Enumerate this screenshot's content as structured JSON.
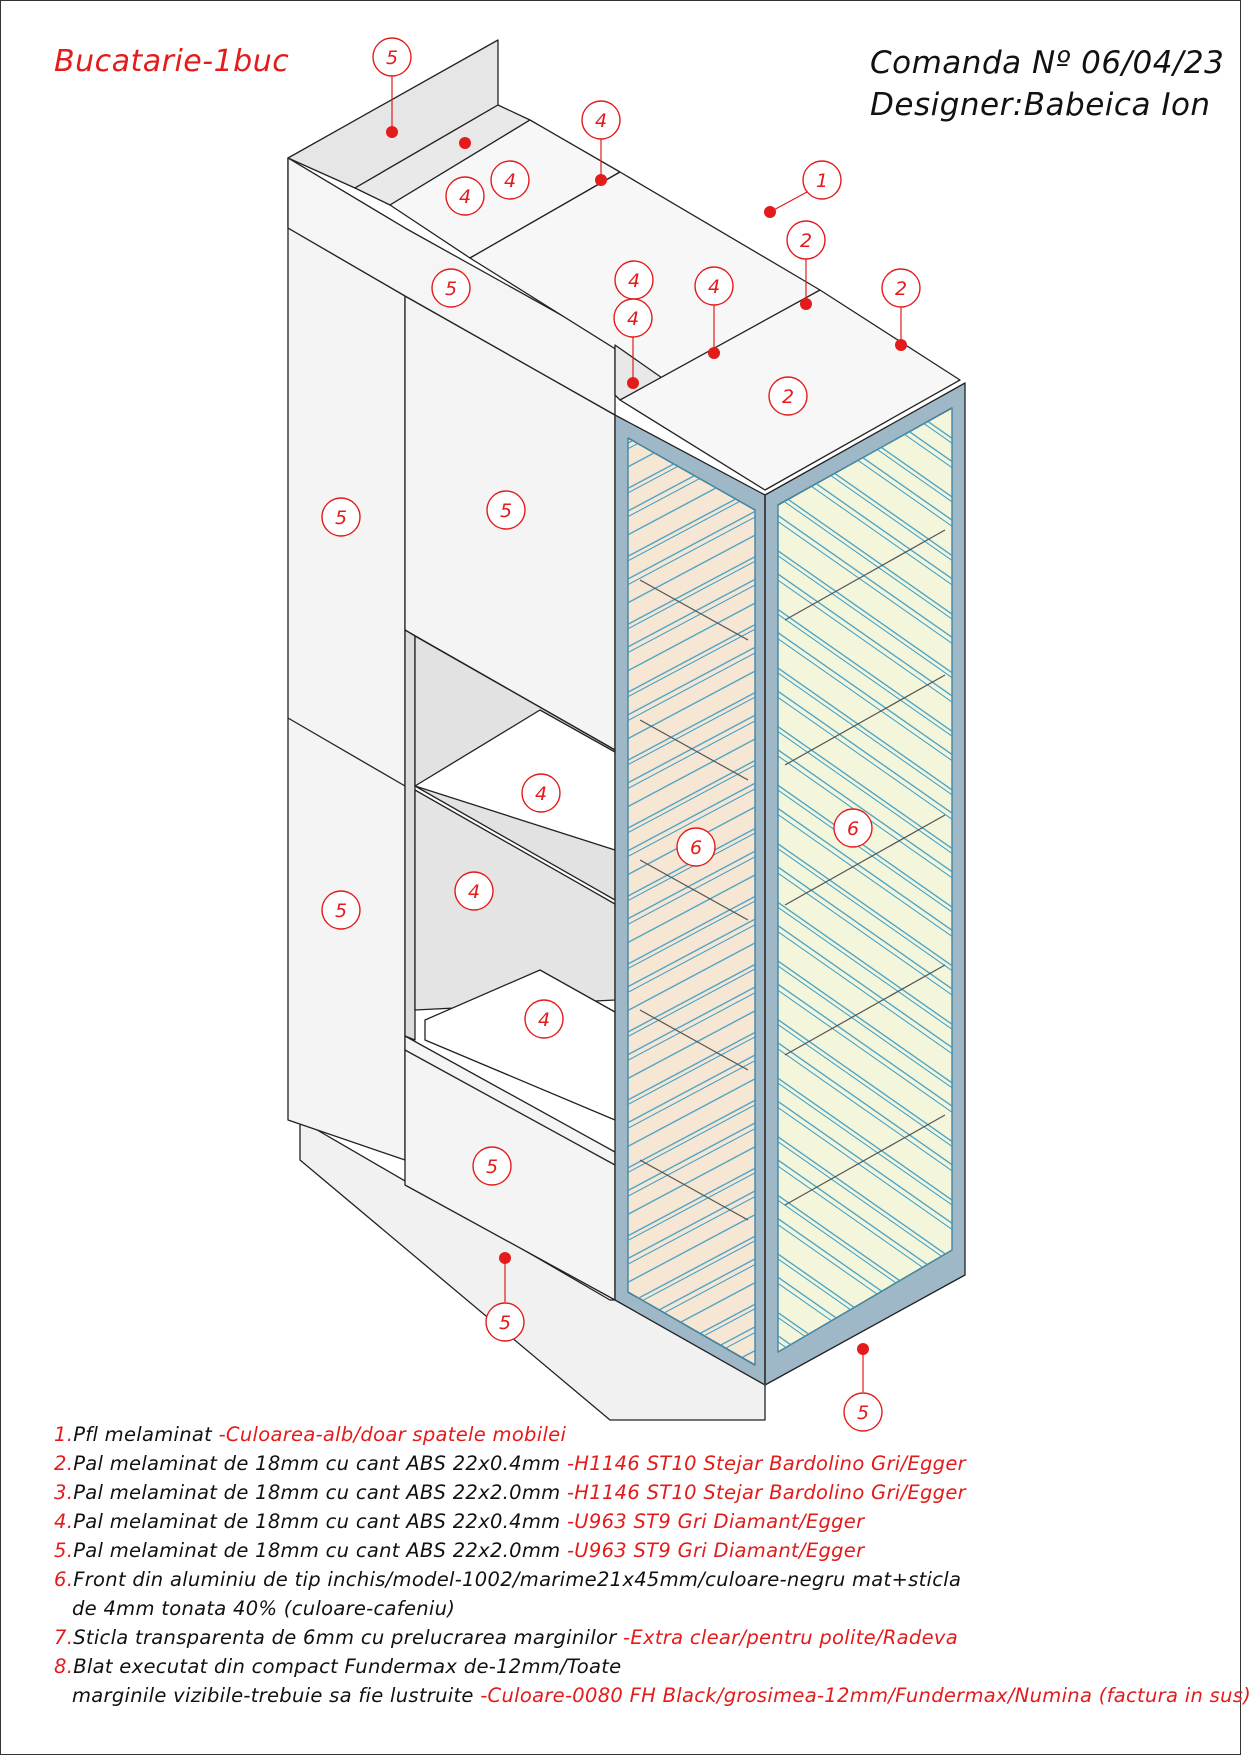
{
  "header": {
    "title_left": "Bucatarie-1buc",
    "order": "Comanda Nº 06/04/23",
    "designer": "Designer:Babeica Ion"
  },
  "callouts": [
    "5",
    "4",
    "4",
    "4",
    "1",
    "2",
    "4",
    "5",
    "4",
    "4",
    "2",
    "2",
    "5",
    "5",
    "6",
    "6",
    "4",
    "4",
    "4",
    "5",
    "5",
    "5",
    "5"
  ],
  "legend": [
    {
      "num": "1.",
      "text": "Pfl melaminat ",
      "spec": "-Culoarea-alb/doar spatele mobilei"
    },
    {
      "num": "2.",
      "text": "Pal melaminat de 18mm cu cant ABS 22x0.4mm ",
      "spec": "-H1146 ST10 Stejar Bardolino Gri/Egger"
    },
    {
      "num": "3.",
      "text": "Pal melaminat de 18mm cu cant ABS 22x2.0mm ",
      "spec": "-H1146 ST10 Stejar Bardolino Gri/Egger"
    },
    {
      "num": "4.",
      "text": "Pal melaminat de 18mm cu cant ABS 22x0.4mm ",
      "spec": "-U963 ST9 Gri Diamant/Egger"
    },
    {
      "num": "5.",
      "text": "Pal melaminat de 18mm cu cant ABS 22x2.0mm ",
      "spec": "-U963 ST9 Gri Diamant/Egger"
    },
    {
      "num": "6.",
      "text": "Front din aluminiu de tip inchis/model-1002/marime21x45mm/culoare-negru mat+sticla",
      "spec": ""
    },
    {
      "num": "",
      "text": "de 4mm tonata 40% (culoare-cafeniu)",
      "spec": ""
    },
    {
      "num": "7.",
      "text": "Sticla transparenta de 6mm cu prelucrarea marginilor ",
      "spec": "-Extra clear/pentru polite/Radeva"
    },
    {
      "num": "8.",
      "text": "Blat executat din compact Fundermax de-12mm/Toate",
      "spec": ""
    },
    {
      "num": "",
      "text": "marginile vizibile-trebuie sa fie lustruite ",
      "spec": "-Culoare-0080 FH Black/grosimea-12mm/Fundermax/Numina (factura in sus)"
    }
  ],
  "colors": {
    "accent_red": "#e31b1b",
    "glass_blue": "#3a9cc4",
    "panel_grey": "#f2f2f2",
    "amber_glass": "#f6e6d4",
    "yellow_glass": "#f4f6dc"
  }
}
